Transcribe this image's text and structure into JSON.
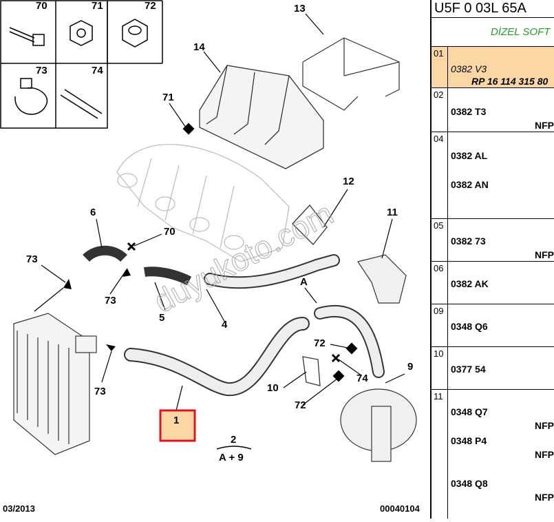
{
  "diagram": {
    "legend": [
      "70",
      "71",
      "72",
      "73",
      "74"
    ],
    "callouts": {
      "c13": "13",
      "c14": "14",
      "c71": "71",
      "c12": "12",
      "c11": "11",
      "c6": "6",
      "c70": "70",
      "c73a": "73",
      "c73b": "73",
      "c73c": "73",
      "c5": "5",
      "c4": "4",
      "cA": "A",
      "c72a": "72",
      "c72b": "72",
      "c74": "74",
      "c9": "9",
      "c10": "10",
      "c1": "1",
      "c2": "2",
      "cA9": "A + 9"
    },
    "watermark": "duyukoto.com",
    "date": "03/2013",
    "code": "00040104"
  },
  "panel": {
    "header": "U5F 0 03L 65A",
    "subheader": "DİZEL SOFT",
    "rows": [
      {
        "idx": "01",
        "ref": "0382 V3",
        "rp": "RP 16 114 315 80",
        "highlight": true
      },
      {
        "idx": "02",
        "ref": "0382 T3",
        "nfp": "NFP"
      },
      {
        "idx": "04",
        "ref": "0382 AL",
        "ref2": "0382 AN"
      },
      {
        "idx": "05",
        "ref": "0382 73",
        "nfp": "NFP"
      },
      {
        "idx": "06",
        "ref": "0382 AK"
      },
      {
        "idx": "09",
        "ref": "0348 Q6"
      },
      {
        "idx": "10",
        "ref": "0377 54"
      },
      {
        "idx": "11",
        "ref": "0348 Q7",
        "nfp": "NFP",
        "ref2": "0348 P4",
        "nfp2": "NFP",
        "ref3": "0348 Q8",
        "nfp3": "NFP"
      }
    ]
  }
}
